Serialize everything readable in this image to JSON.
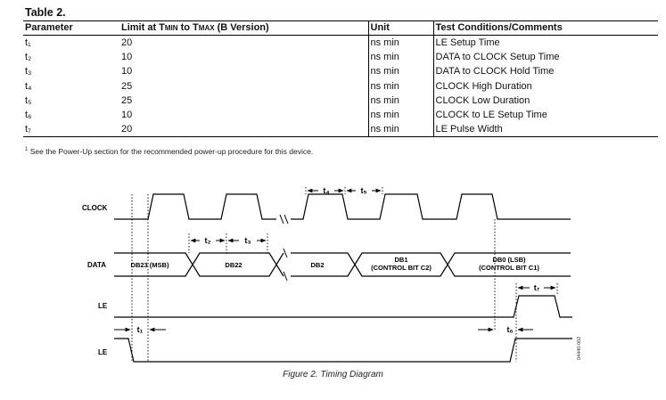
{
  "table": {
    "title": "Table 2.",
    "headers": {
      "parameter": "Parameter",
      "limit_prefix": "Limit at T",
      "limit_min_sub": "MIN",
      "limit_mid": " to T",
      "limit_max_sub": "MAX",
      "limit_suffix": " (B Version)",
      "unit": "Unit",
      "conditions": "Test Conditions/Comments"
    },
    "rows": [
      {
        "param": "t₁",
        "limit": "20",
        "unit": "ns min",
        "condition": "LE Setup Time"
      },
      {
        "param": "t₂",
        "limit": "10",
        "unit": "ns min",
        "condition": "DATA to CLOCK Setup Time"
      },
      {
        "param": "t₃",
        "limit": "10",
        "unit": "ns min",
        "condition": "DATA to CLOCK Hold Time"
      },
      {
        "param": "t₄",
        "limit": "25",
        "unit": "ns min",
        "condition": "CLOCK High Duration"
      },
      {
        "param": "t₅",
        "limit": "25",
        "unit": "ns min",
        "condition": "CLOCK Low Duration"
      },
      {
        "param": "t₆",
        "limit": "10",
        "unit": "ns min",
        "condition": "CLOCK to LE Setup Time"
      },
      {
        "param": "t₇",
        "limit": "20",
        "unit": "ns min",
        "condition": "LE Pulse Width"
      }
    ]
  },
  "footnote": {
    "marker": "1",
    "text": "See the Power-Up section for the recommended power-up procedure for this device."
  },
  "diagram": {
    "signals": {
      "clock": "CLOCK",
      "data": "DATA",
      "le1": "LE",
      "le2": "LE"
    },
    "data_bits": {
      "db23": "DB23 (MSB)",
      "db22": "DB22",
      "db2": "DB2",
      "db1_line1": "DB1",
      "db1_line2": "(CONTROL BIT C2)",
      "db0_line1": "DB0 (LSB)",
      "db0_line2": "(CONTROL BIT C1)"
    },
    "timing_labels": {
      "t1": "t₁",
      "t2": "t₂",
      "t3": "t₃",
      "t4": "t₄",
      "t5": "t₅",
      "t6": "t₆",
      "t7": "t₇"
    },
    "figure_id": "04440-002"
  },
  "caption": "Figure 2. Timing Diagram"
}
